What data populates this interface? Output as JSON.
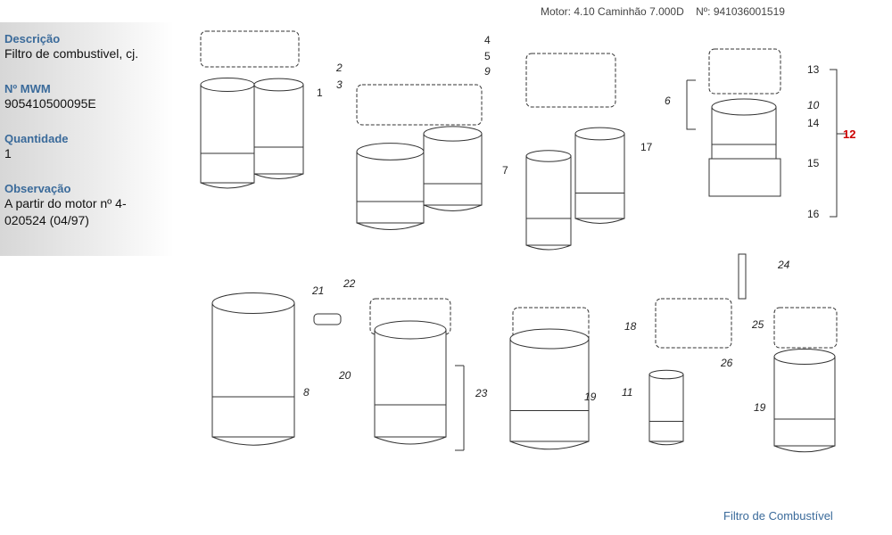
{
  "header": {
    "motor": "Motor: 4.10 Caminhão 7.000D",
    "numero": "Nº: 941036001519"
  },
  "details": [
    {
      "label": "Descrição",
      "value": "Filtro de combustivel, cj."
    },
    {
      "label": "Nº MWM",
      "value": "905410500095E"
    },
    {
      "label": "Quantidade",
      "value": "1"
    },
    {
      "label": "Observação",
      "value": "A partir do motor nº 4-020524 (04/97)"
    }
  ],
  "diagram": {
    "callouts": [
      "1",
      "2",
      "3",
      "4",
      "5",
      "9",
      "6",
      "10",
      "13",
      "14",
      "12",
      "15",
      "16",
      "7",
      "17",
      "24",
      "21",
      "22",
      "20",
      "8",
      "23",
      "18",
      "19",
      "11",
      "25",
      "26",
      "19"
    ],
    "highlight_color": "#cc0000"
  },
  "footer": {
    "caption": "Filtro de Combustível"
  }
}
